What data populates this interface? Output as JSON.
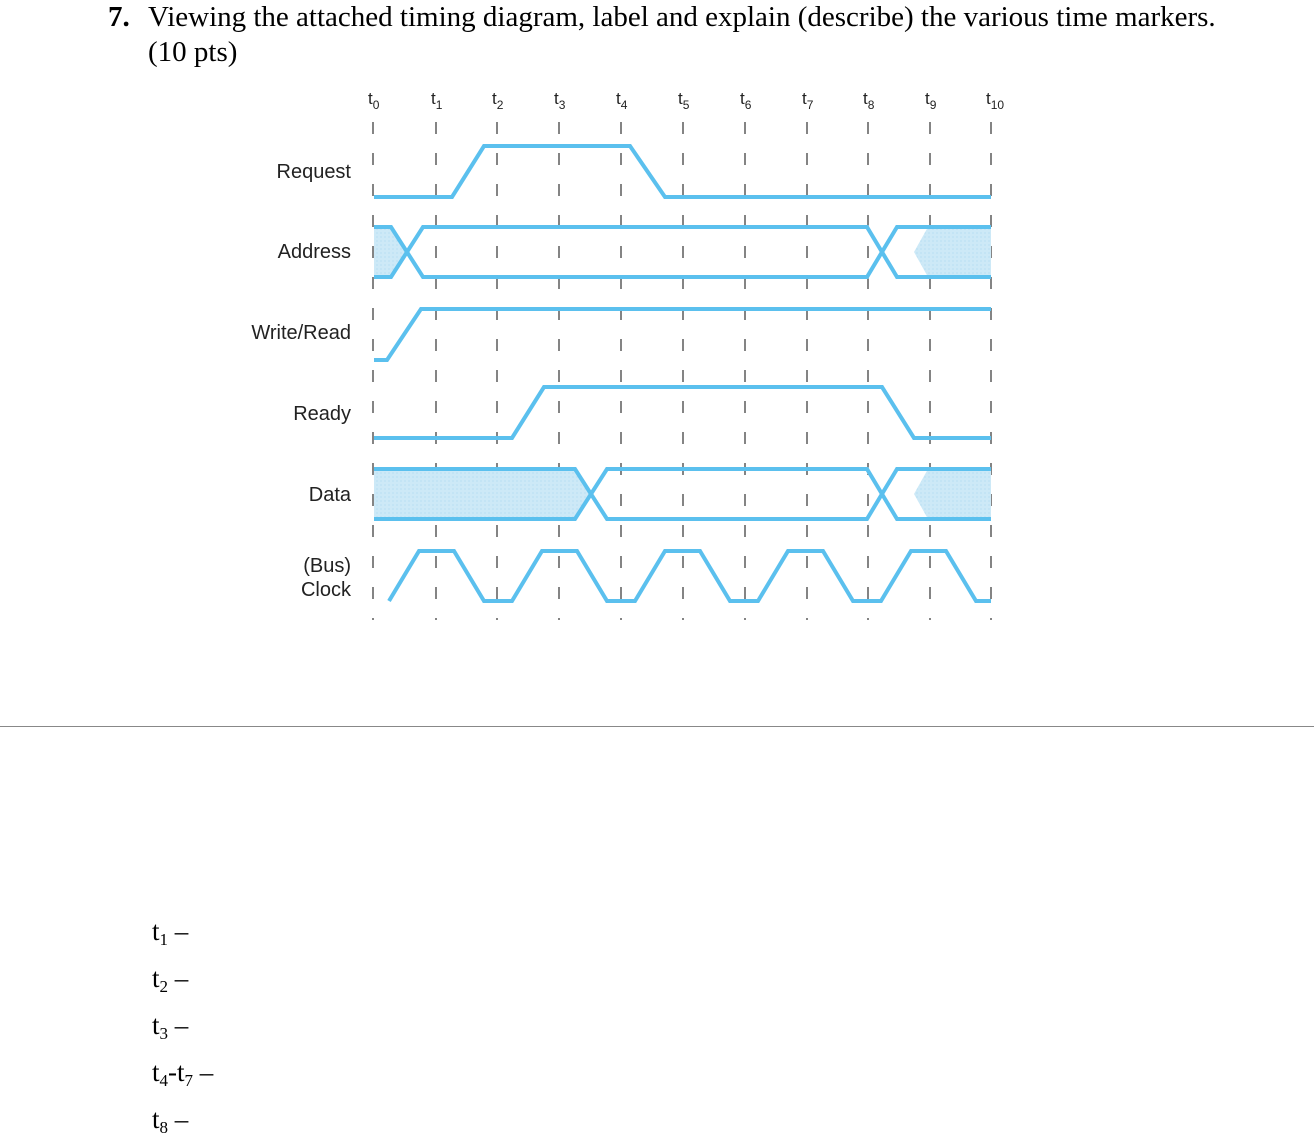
{
  "question": {
    "number": "7.",
    "text_line1": "Viewing the attached timing diagram, label and explain (describe) the various time markers.",
    "text_line2": "(10 pts)"
  },
  "diagram": {
    "time_markers": [
      {
        "base": "t",
        "sub": "0"
      },
      {
        "base": "t",
        "sub": "1"
      },
      {
        "base": "t",
        "sub": "2"
      },
      {
        "base": "t",
        "sub": "3"
      },
      {
        "base": "t",
        "sub": "4"
      },
      {
        "base": "t",
        "sub": "5"
      },
      {
        "base": "t",
        "sub": "6"
      },
      {
        "base": "t",
        "sub": "7"
      },
      {
        "base": "t",
        "sub": "8"
      },
      {
        "base": "t",
        "sub": "9"
      },
      {
        "base": "t",
        "sub": "10"
      }
    ],
    "signals": [
      "Request",
      "Address",
      "Write/Read",
      "Ready",
      "Data",
      "(Bus)",
      "Clock"
    ],
    "colors": {
      "signal": "#5bc0ee",
      "shade": "#cde9f7",
      "marker": "#333333"
    }
  },
  "answers": [
    {
      "a": "1",
      "b": "",
      "c": ""
    },
    {
      "a": "2",
      "b": "",
      "c": ""
    },
    {
      "a": "3",
      "b": "",
      "c": ""
    },
    {
      "a": "4",
      "b": "-t",
      "c": "7"
    },
    {
      "a": "8",
      "b": "",
      "c": ""
    }
  ],
  "answer_dash": "–",
  "answer_base": "t"
}
